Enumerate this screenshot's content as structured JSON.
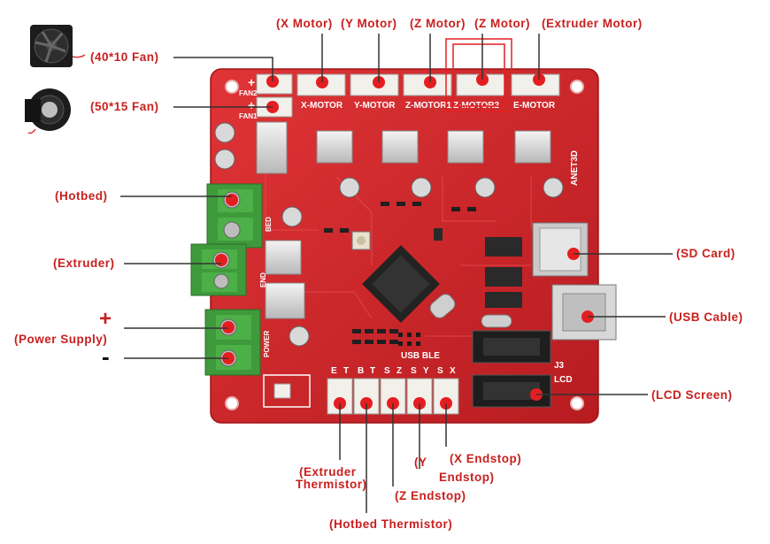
{
  "labels": {
    "x_motor": "(X  Motor)",
    "y_motor": "(Y  Motor)",
    "z_motor1": "(Z  Motor)",
    "z_motor2": "(Z  Motor)",
    "extruder_motor": "(Extruder  Motor)",
    "fan_40": "(40*10  Fan)",
    "fan_50": "(50*15  Fan)",
    "hotbed": "(Hotbed)",
    "extruder": "(Extruder)",
    "power_supply": "(Power  Supply)",
    "plus": "+",
    "minus": "-",
    "sd_card": "(SD  Card)",
    "usb_cable": "(USB  Cable)",
    "lcd_screen": "(LCD  Screen)",
    "extruder_thermistor_1": "(Extruder",
    "extruder_thermistor_2": "Thermistor)",
    "hotbed_thermistor": "(Hotbed  Thermistor)",
    "z_endstop": "(Z  Endstop)",
    "y_endstop_1": "(Y",
    "y_endstop_2": "Endstop)",
    "x_endstop": "(X  Endstop)"
  },
  "silkscreen": {
    "x_motor": "X-MOTOR",
    "y_motor": "Y-MOTOR",
    "z_motor1": "Z-MOTOR1",
    "z_motor2": "Z-MOTOR2",
    "e_motor": "E-MOTOR",
    "fan1": "FAN1",
    "fan2": "FAN2",
    "bed": "BED",
    "end": "END",
    "power": "POWER",
    "brand": "ANET3D",
    "usb_ble": "USB BLE",
    "j3": "J3",
    "lcd": "LCD",
    "endstop_letters": [
      "E",
      "T",
      "B",
      "T",
      "S",
      "Z",
      "S",
      "Y",
      "S",
      "X"
    ]
  },
  "colors": {
    "board": "#d4262a",
    "label": "#c8201e",
    "terminal": "#3e9a3a",
    "connector": "#f2f0ea",
    "marker": "#e41e20"
  }
}
